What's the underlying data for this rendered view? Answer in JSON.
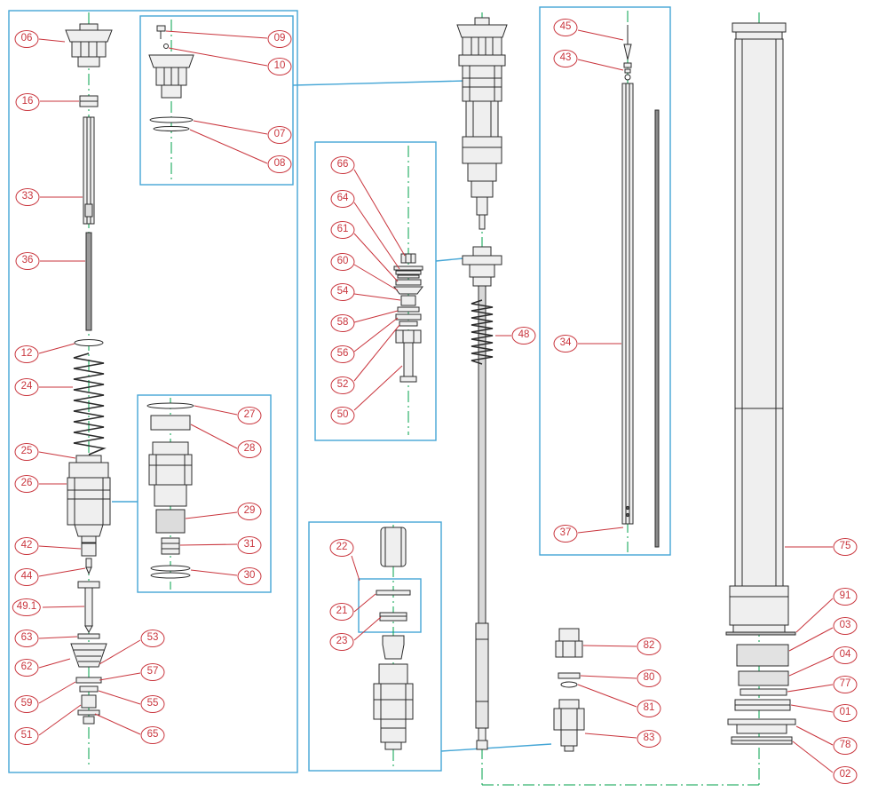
{
  "colors": {
    "callout": "#c9353d",
    "frame": "#45a6d6",
    "centerline": "#00a14b",
    "ink": "#2b2b2b",
    "background": "#ffffff"
  },
  "callouts": [
    {
      "label": "06"
    },
    {
      "label": "16"
    },
    {
      "label": "33"
    },
    {
      "label": "36"
    },
    {
      "label": "12"
    },
    {
      "label": "24"
    },
    {
      "label": "25"
    },
    {
      "label": "26"
    },
    {
      "label": "42"
    },
    {
      "label": "44"
    },
    {
      "label": "49.1"
    },
    {
      "label": "63"
    },
    {
      "label": "62"
    },
    {
      "label": "59"
    },
    {
      "label": "51"
    },
    {
      "label": "53"
    },
    {
      "label": "57"
    },
    {
      "label": "55"
    },
    {
      "label": "65"
    },
    {
      "label": "09"
    },
    {
      "label": "10"
    },
    {
      "label": "07"
    },
    {
      "label": "08"
    },
    {
      "label": "27"
    },
    {
      "label": "28"
    },
    {
      "label": "29"
    },
    {
      "label": "31"
    },
    {
      "label": "30"
    },
    {
      "label": "66"
    },
    {
      "label": "64"
    },
    {
      "label": "61"
    },
    {
      "label": "60"
    },
    {
      "label": "54"
    },
    {
      "label": "58"
    },
    {
      "label": "56"
    },
    {
      "label": "52"
    },
    {
      "label": "50"
    },
    {
      "label": "22"
    },
    {
      "label": "21"
    },
    {
      "label": "23"
    },
    {
      "label": "48"
    },
    {
      "label": "45"
    },
    {
      "label": "43"
    },
    {
      "label": "34"
    },
    {
      "label": "37"
    },
    {
      "label": "82"
    },
    {
      "label": "80"
    },
    {
      "label": "81"
    },
    {
      "label": "83"
    },
    {
      "label": "75"
    },
    {
      "label": "91"
    },
    {
      "label": "03"
    },
    {
      "label": "04"
    },
    {
      "label": "77"
    },
    {
      "label": "01"
    },
    {
      "label": "78"
    },
    {
      "label": "02"
    }
  ]
}
